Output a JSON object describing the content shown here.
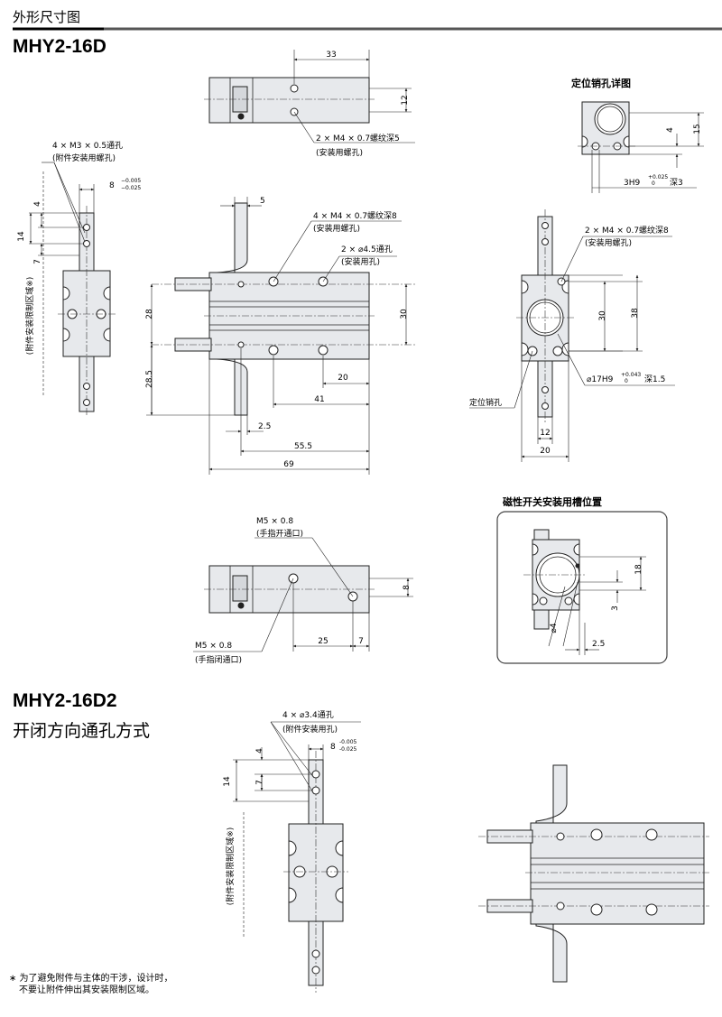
{
  "page_title": "外形尺寸图",
  "section1_title": "MHY2-16D",
  "section2_title": "MHY2-16D2",
  "section2_subtitle": "开闭方向通孔方式",
  "detail_titles": {
    "pin_detail": "定位销孔详图",
    "switch_groove": "磁性开关安装用槽位置"
  },
  "callouts": {
    "m3_thru": "4 × M3 × 0.5通孔",
    "attach_screw": "(附件安装用螺孔)",
    "m4_d5": "2 × M4 × 0.7螺纹深5",
    "mount_screw": "(安装用螺孔)",
    "m4_d8_4": "4 × M4 × 0.7螺纹深8",
    "mount_screw_2": "(安装用螺孔)",
    "phi45_thru": "2 × ⌀4.5通孔",
    "mount_hole": "(安装用孔)",
    "m4_d8_2": "2 × M4 × 0.7螺纹深8",
    "mount_screw_3": "(安装用螺孔)",
    "phi17": "⌀17H9",
    "phi17_tol_upper": "+0.043",
    "phi17_tol_lower": "0",
    "phi17_depth": "深1.5",
    "pin_hole": "定位销孔",
    "pin_3h9": "3H9",
    "pin_tol_upper": "+0.025",
    "pin_tol_lower": "0",
    "pin_depth": "深3",
    "m5_open": "M5 × 0.8",
    "finger_open": "(手指开通口)",
    "m5_close": "M5 × 0.8",
    "finger_close": "(手指闭通口)",
    "phi34_thru": "4 × ⌀3.4通孔",
    "attach_hole": "(附件安装用孔)",
    "limit_zone": "(附件安装限制区域※)",
    "limit_zone_2": "(附件安装限制区域※)"
  },
  "dims": {
    "d33": "33",
    "d12": "12",
    "d8": "8",
    "d8_upper": "−0.005",
    "d8_lower": "−0.025",
    "d4": "4",
    "d14": "14",
    "d7": "7",
    "d5": "5",
    "d28": "28",
    "d28_5": "28.5",
    "d30": "30",
    "d20": "20",
    "d41": "41",
    "d2_5": "2.5",
    "d55_5": "55.5",
    "d69": "69",
    "d38": "38",
    "d30b": "30",
    "d12b": "12",
    "d20b": "20",
    "d4p": "4",
    "d15p": "15",
    "d8f": "8",
    "d25f": "25",
    "d7f": "7",
    "d18s": "18",
    "d3s": "3",
    "d2_5s": "2.5",
    "d4s": "⌀4",
    "d8_2": "8",
    "d8_2_upper": "-0.005",
    "d8_2_lower": "-0.025",
    "d4_2": "4",
    "d7_2": "7",
    "d14_2": "14"
  },
  "footnote": {
    "line1": "∗ 为了避免附件与主体的干涉，设计时，",
    "line2": "不要让附件伸出其安装限制区域。"
  }
}
